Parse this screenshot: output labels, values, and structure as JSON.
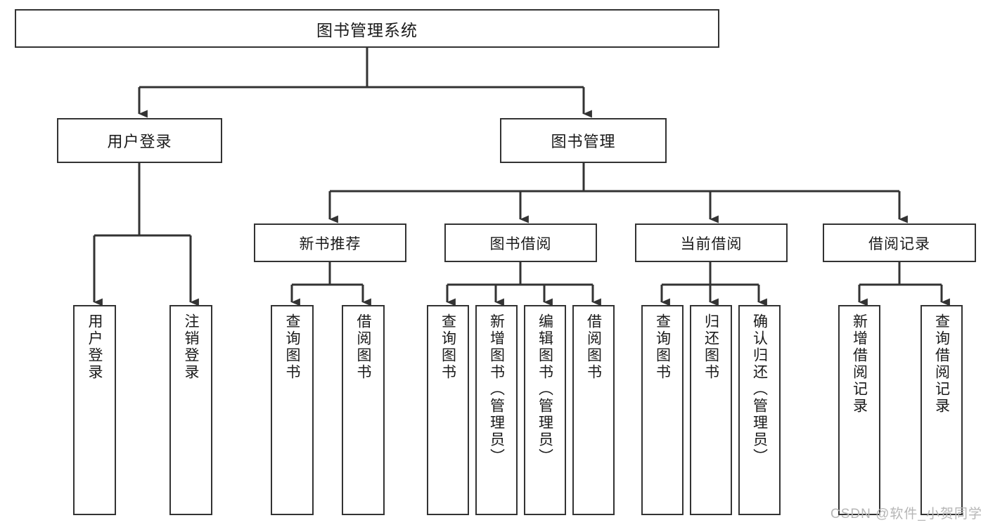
{
  "diagram": {
    "title": "图书管理系统",
    "type": "tree",
    "watermark": "CSDN @软件_小贺同学",
    "colors": {
      "box_border": "#333333",
      "box_fill": "#ffffff",
      "edge": "#333333",
      "text": "#1a1a1a",
      "watermark": "#b6b6b6",
      "background": "#ffffff"
    },
    "root": {
      "label": "图书管理系统"
    },
    "level2": [
      {
        "label": "用户登录"
      },
      {
        "label": "图书管理"
      }
    ],
    "level3": [
      {
        "label": "新书推荐"
      },
      {
        "label": "图书借阅"
      },
      {
        "label": "当前借阅"
      },
      {
        "label": "借阅记录"
      }
    ],
    "leaves": {
      "user_login": [
        {
          "label": "用户登录"
        },
        {
          "label": "注销登录"
        }
      ],
      "new_book_recommend": [
        {
          "label": "查询图书"
        },
        {
          "label": "借阅图书"
        }
      ],
      "book_borrow": [
        {
          "label": "查询图书"
        },
        {
          "label": "新增图书（管理员）"
        },
        {
          "label": "编辑图书（管理员）"
        },
        {
          "label": "借阅图书"
        }
      ],
      "current_borrow": [
        {
          "label": "查询图书"
        },
        {
          "label": "归还图书"
        },
        {
          "label": "确认归还（管理员）"
        }
      ],
      "borrow_record": [
        {
          "label": "新增借阅记录"
        },
        {
          "label": "查询借阅记录"
        }
      ]
    }
  }
}
